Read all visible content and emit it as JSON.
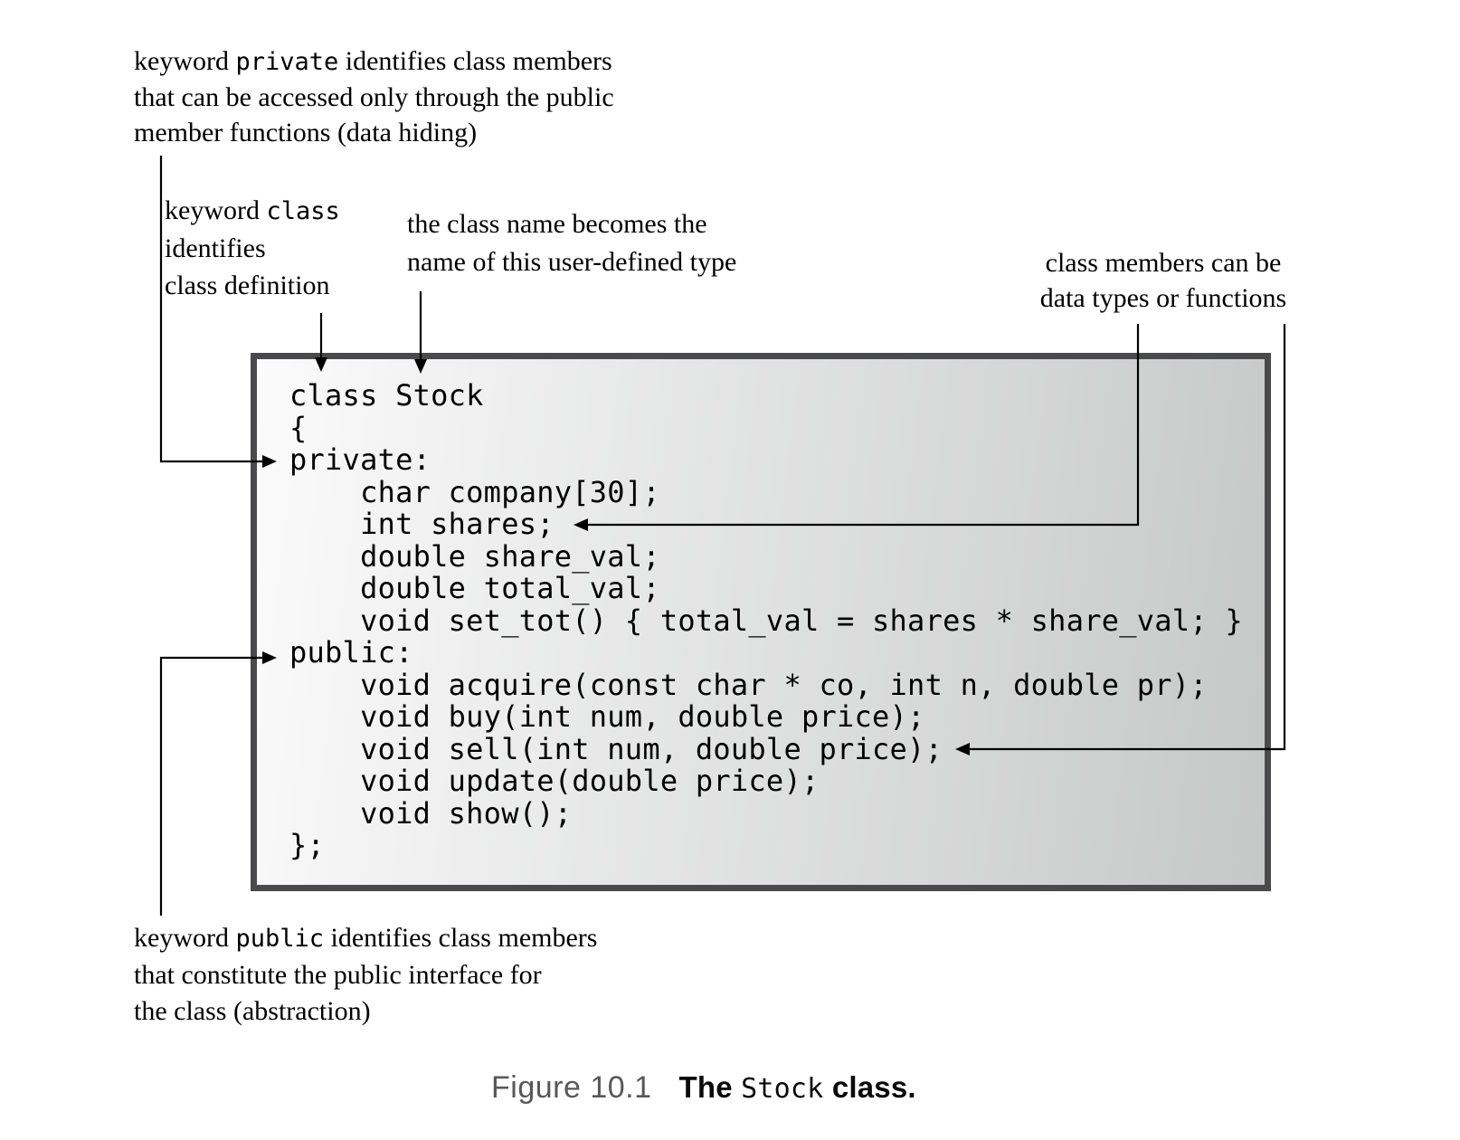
{
  "colors": {
    "box_border": "#4a4a4c",
    "box_fill_light": "#fbfbfb",
    "box_fill_dark": "#c6c7c7",
    "caption_label_color": "#58585a"
  },
  "annotations": {
    "private_note": {
      "pre": "keyword ",
      "keyword": "private",
      "post": " identifies class members",
      "line2": "that can be accessed only through the public",
      "line3": "member functions (data hiding)"
    },
    "class_note": {
      "pre": "keyword ",
      "keyword": "class",
      "line2": "identifies",
      "line3": "class definition"
    },
    "name_note": {
      "line1": "the class name becomes the",
      "line2": "name of this user-defined type"
    },
    "members_note": {
      "line1": "class members can be",
      "line2": "data types or functions"
    },
    "public_note": {
      "pre": "keyword ",
      "keyword": "public",
      "post": " identifies class members",
      "line2": "that constitute the public interface for",
      "line3": "the class (abstraction)"
    }
  },
  "code": {
    "lines": [
      "class Stock",
      "{",
      "private:",
      "    char company[30];",
      "    int shares;",
      "    double share_val;",
      "    double total_val;",
      "    void set_tot() { total_val = shares * share_val; }",
      "public:",
      "    void acquire(const char * co, int n, double pr);",
      "    void buy(int num, double price);",
      "    void sell(int num, double price);",
      "    void update(double price);",
      "    void show();",
      "};"
    ]
  },
  "figure": {
    "caption_label": "Figure 10.1",
    "caption_pre": "The ",
    "caption_code": "Stock",
    "caption_post": " class."
  }
}
